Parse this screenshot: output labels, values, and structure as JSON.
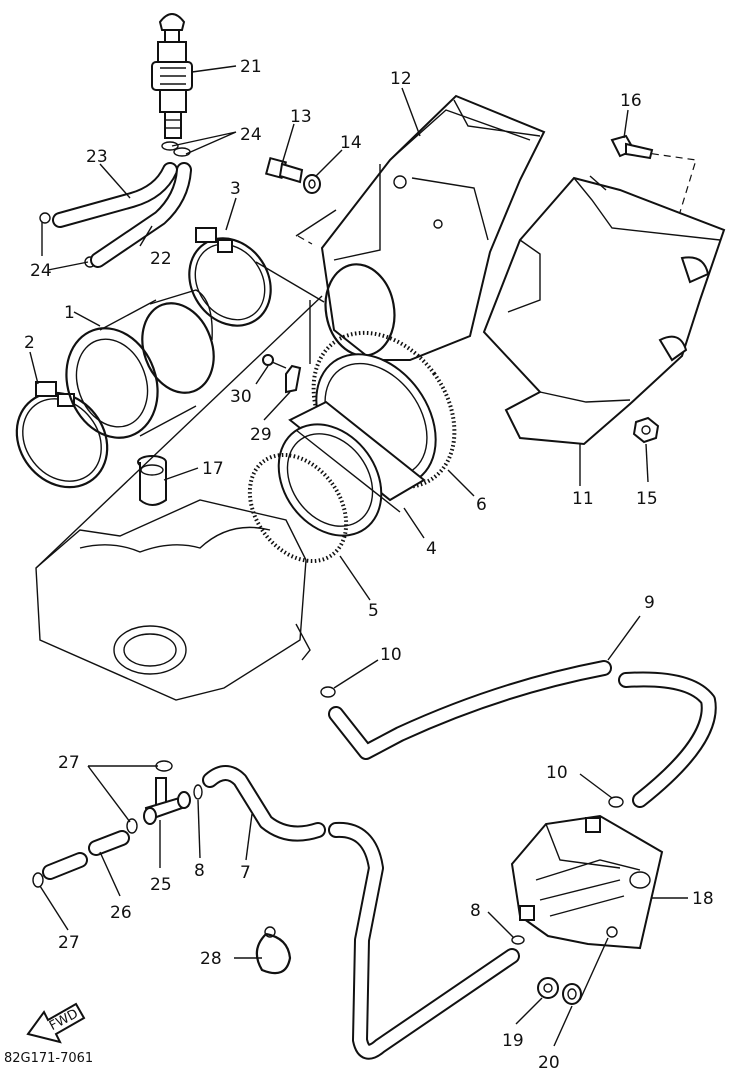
{
  "diagram_code": "82G171-7061",
  "fwd_label": "FWD",
  "callouts": {
    "p1": "1",
    "p2": "2",
    "p3": "3",
    "p4": "4",
    "p5": "5",
    "p6": "6",
    "p7": "7",
    "p8a": "8",
    "p8b": "8",
    "p9": "9",
    "p10a": "10",
    "p10b": "10",
    "p11": "11",
    "p12": "12",
    "p13": "13",
    "p14": "14",
    "p15": "15",
    "p16": "16",
    "p17": "17",
    "p18": "18",
    "p19": "19",
    "p20": "20",
    "p21": "21",
    "p22": "22",
    "p23": "23",
    "p24a": "24",
    "p24b": "24",
    "p25": "25",
    "p26": "26",
    "p27a": "27",
    "p27b": "27",
    "p28": "28",
    "p29": "29",
    "p30": "30"
  }
}
